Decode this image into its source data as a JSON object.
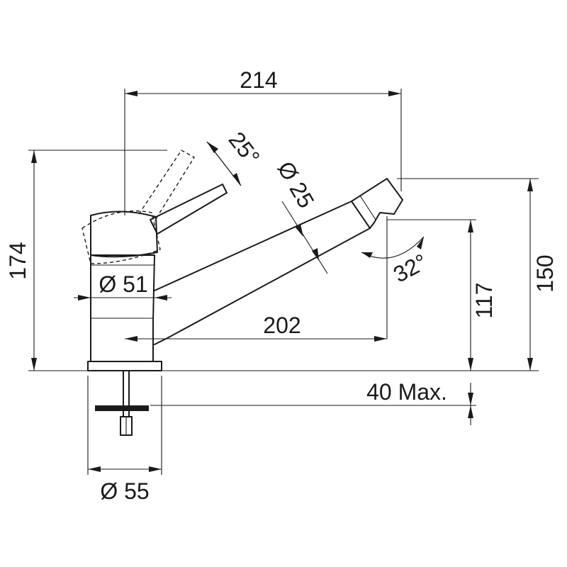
{
  "dimensions": {
    "overall_reach": "214",
    "lever_angle": "25°",
    "spout_diameter": "Ø 25",
    "total_height": "174",
    "body_diameter": "Ø 51",
    "spout_reach": "202",
    "swivel_angle": "32°",
    "spout_clearance": "117",
    "spout_height": "150",
    "max_worktop_thickness": "40 Max.",
    "base_diameter": "Ø 55"
  }
}
